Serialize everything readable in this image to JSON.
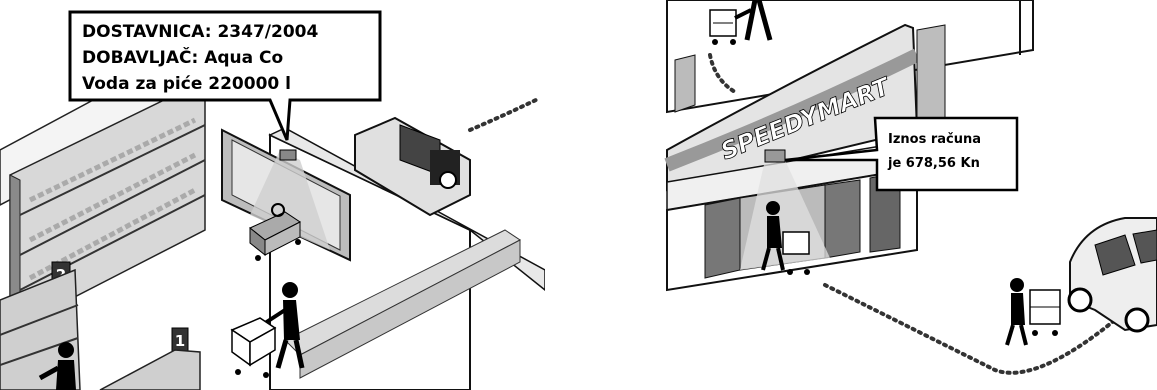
{
  "warehouse_scene": {
    "callout": {
      "line1": "DOSTAVNICA: 2347/2004",
      "line2": "DOBAVLJAČ: Aqua Co",
      "line3": "Voda za piće 220000 l"
    },
    "shelf_number_a": "2",
    "shelf_number_b": "1"
  },
  "store_scene": {
    "store_name": "SPEEDYMART",
    "callout": {
      "line1": "Iznos računa",
      "line2": "je 678,56 Kn"
    }
  }
}
